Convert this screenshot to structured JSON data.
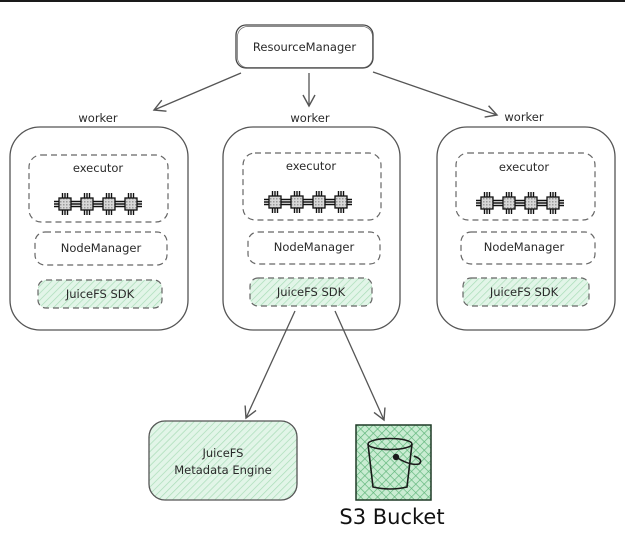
{
  "diagram": {
    "resource_manager": {
      "label": "ResourceManager"
    },
    "workers": [
      {
        "label": "worker",
        "executor": {
          "label": "executor",
          "cores": 4
        },
        "node_manager": {
          "label": "NodeManager"
        },
        "sdk": {
          "label": "JuiceFS SDK"
        }
      },
      {
        "label": "worker",
        "executor": {
          "label": "executor",
          "cores": 4
        },
        "node_manager": {
          "label": "NodeManager"
        },
        "sdk": {
          "label": "JuiceFS SDK"
        }
      },
      {
        "label": "worker",
        "executor": {
          "label": "executor",
          "cores": 4
        },
        "node_manager": {
          "label": "NodeManager"
        },
        "sdk": {
          "label": "JuiceFS SDK"
        }
      }
    ],
    "metadata_engine": {
      "line1": "JuiceFS",
      "line2": "Metadata Engine"
    },
    "s3_bucket": {
      "label": "S3 Bucket",
      "icon": "bucket-icon"
    },
    "edges": [
      {
        "from": "ResourceManager",
        "to": "worker 1"
      },
      {
        "from": "ResourceManager",
        "to": "worker 2"
      },
      {
        "from": "ResourceManager",
        "to": "worker 3"
      },
      {
        "from": "worker 2 JuiceFS SDK",
        "to": "JuiceFS Metadata Engine"
      },
      {
        "from": "worker 2 JuiceFS SDK",
        "to": "S3 Bucket"
      }
    ],
    "colors": {
      "stroke": "#555555",
      "green_fill": "#d9f2e0",
      "green_hatch": "#9fd8b0",
      "bucket_fill": "#bfe8c9",
      "bucket_hatch": "#4caf6a"
    }
  }
}
